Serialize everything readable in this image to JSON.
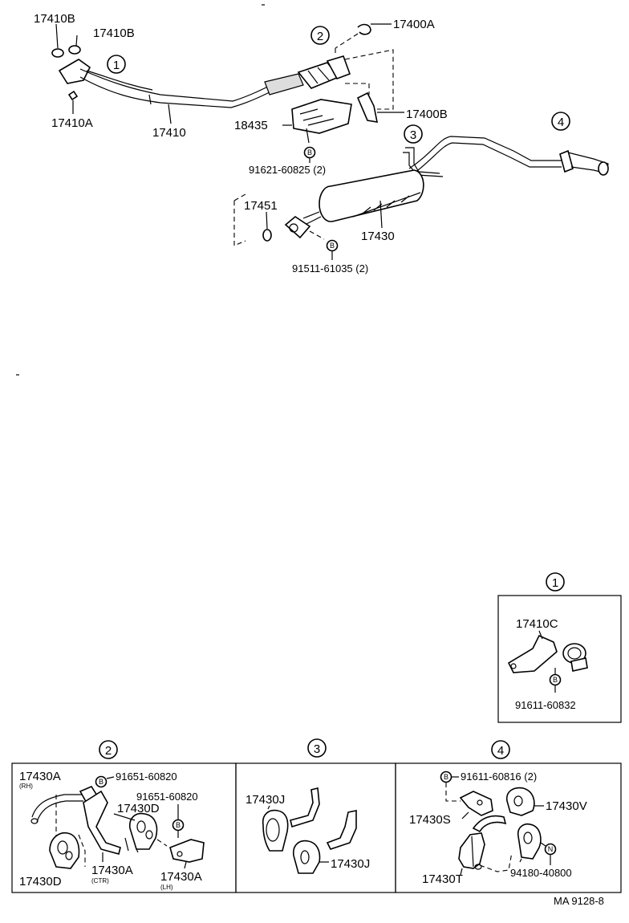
{
  "main": {
    "labels": {
      "p17410B_a": "17410B",
      "p17410B_b": "17410B",
      "p17410A": "17410A",
      "p17410": "17410",
      "p17400A": "17400A",
      "p17400B": "17400B",
      "p18435": "18435",
      "b91621": "91621-60825 (2)",
      "p17451": "17451",
      "p17430": "17430",
      "b91511": "91511-61035 (2)"
    },
    "callouts": [
      "1",
      "2",
      "3",
      "4"
    ]
  },
  "detail1": {
    "callout": "1",
    "p17410C": "17410C",
    "bolt": "91611-60832"
  },
  "detail2": {
    "callout": "2",
    "p17430A_rh": "17430A",
    "rh": "(RH)",
    "bolt_a": "91651-60820",
    "p17430D_a": "17430D",
    "bolt_b": "91651-60820",
    "p17430D_b": "17430D",
    "p17430A_ctr": "17430A",
    "ctr": "(CTR)",
    "p17430A_lh": "17430A",
    "lh": "(LH)"
  },
  "detail3": {
    "callout": "3",
    "p17430J_a": "17430J",
    "p17430J_b": "17430J"
  },
  "detail4": {
    "callout": "4",
    "bolt": "91611-60816 (2)",
    "p17430S": "17430S",
    "p17430V": "17430V",
    "p17430T": "17430T",
    "nut": "94180-40800"
  },
  "bolt_mark": "B",
  "nut_mark": "N",
  "footer": {
    "ref": "MA 9128-8"
  }
}
